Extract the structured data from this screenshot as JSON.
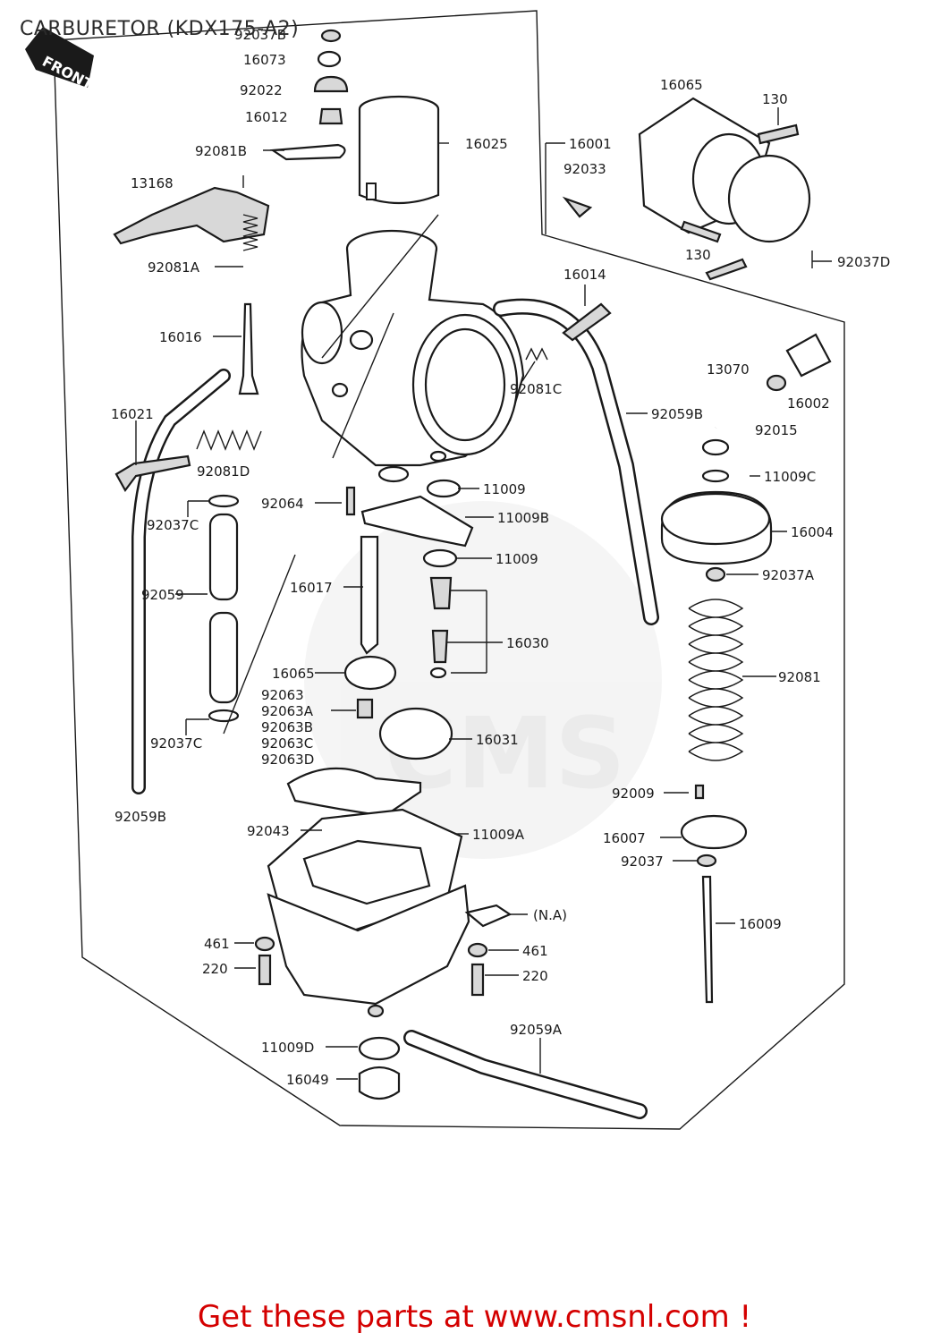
{
  "title": "CARBURETOR (KDX175-A2)",
  "front_label": "FRONT",
  "footer_link": "Get these parts at www.cmsnl.com !",
  "colors": {
    "link": "#d40000",
    "ink": "#1a1a1a",
    "watermark": "#e6e6e6"
  },
  "watermark": "CMS",
  "parts": {
    "p_92037b": "92037B",
    "p_16073": "16073",
    "p_92022": "92022",
    "p_16012": "16012",
    "p_92081b": "92081B",
    "p_13168": "13168",
    "p_92081a": "92081A",
    "p_16016": "16016",
    "p_16021": "16021",
    "p_92081d": "92081D",
    "p_92037c_top": "92037C",
    "p_92059": "92059",
    "p_92037c_bot": "92037C",
    "p_92059b_left": "92059B",
    "p_16025": "16025",
    "p_16001": "16001",
    "p_92033": "92033",
    "p_16065_top": "16065",
    "p_130_top": "130",
    "p_130_bot": "130",
    "p_92037d": "92037D",
    "p_16014": "16014",
    "p_92081c": "92081C",
    "p_92059b_right": "92059B",
    "p_13070": "13070",
    "p_16002": "16002",
    "p_92015": "92015",
    "p_11009c": "11009C",
    "p_16004": "16004",
    "p_92037a": "92037A",
    "p_92081": "92081",
    "p_92009": "92009",
    "p_16007": "16007",
    "p_92037": "92037",
    "p_16009": "16009",
    "p_92064": "92064",
    "p_11009_a": "11009",
    "p_11009b": "11009B",
    "p_11009_b": "11009",
    "p_16017": "16017",
    "p_16030": "16030",
    "p_16065_mid": "16065",
    "p_92063": "92063",
    "p_92063a": "92063A",
    "p_92063b": "92063B",
    "p_92063c": "92063C",
    "p_92063d": "92063D",
    "p_16031": "16031",
    "p_92043": "92043",
    "p_11009a": "11009A",
    "p_na": "(N.A)",
    "p_461_left": "461",
    "p_220_left": "220",
    "p_461_right": "461",
    "p_220_right": "220",
    "p_11009d": "11009D",
    "p_16049": "16049",
    "p_92059a": "92059A"
  }
}
